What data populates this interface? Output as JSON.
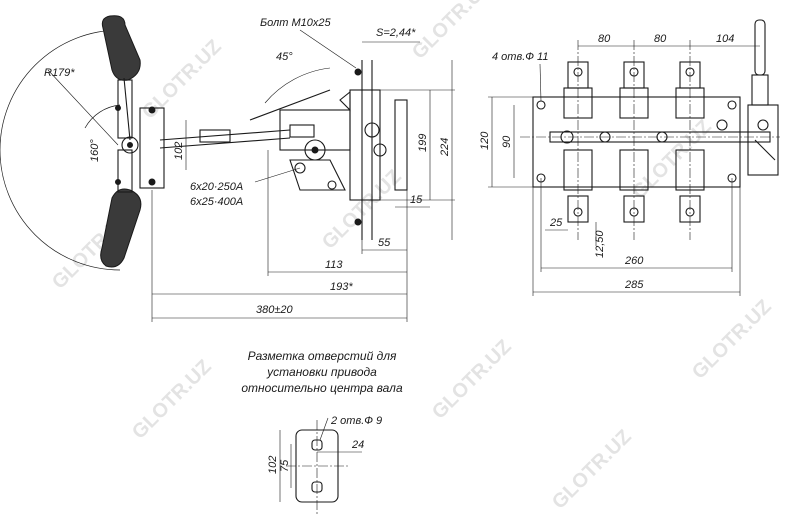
{
  "labels": {
    "bolt": "Болт М10х25",
    "s_thickness": "S=2,44*",
    "angle45": "45°",
    "radius": "R179*",
    "angle160": "160°",
    "dim102_left": "102",
    "rating1": "6х20·250А",
    "rating2": "6х25·400А",
    "dim199": "199",
    "dim224": "224",
    "dim15": "15",
    "dim55": "55",
    "dim113": "113",
    "dim193": "193*",
    "dim380": "380±20",
    "holes11": "4 отв.Ф 11",
    "dim80a": "80",
    "dim80b": "80",
    "dim104": "104",
    "dim120": "120",
    "dim90": "90",
    "dim25": "25",
    "dim1250": "12,50",
    "dim260": "260",
    "dim285": "285",
    "holes9": "2 отв.Ф 9",
    "dim24": "24",
    "dim102_bottom": "102",
    "dim75": "75"
  },
  "caption": {
    "line1": "Разметка отверстий для",
    "line2": "установки привода",
    "line3": "относительно центра вала"
  },
  "watermark": "GLOTR.UZ",
  "colors": {
    "ink": "#1a1a1a",
    "handle": "#3a3a3a",
    "watermark": "#d8d8d8"
  }
}
